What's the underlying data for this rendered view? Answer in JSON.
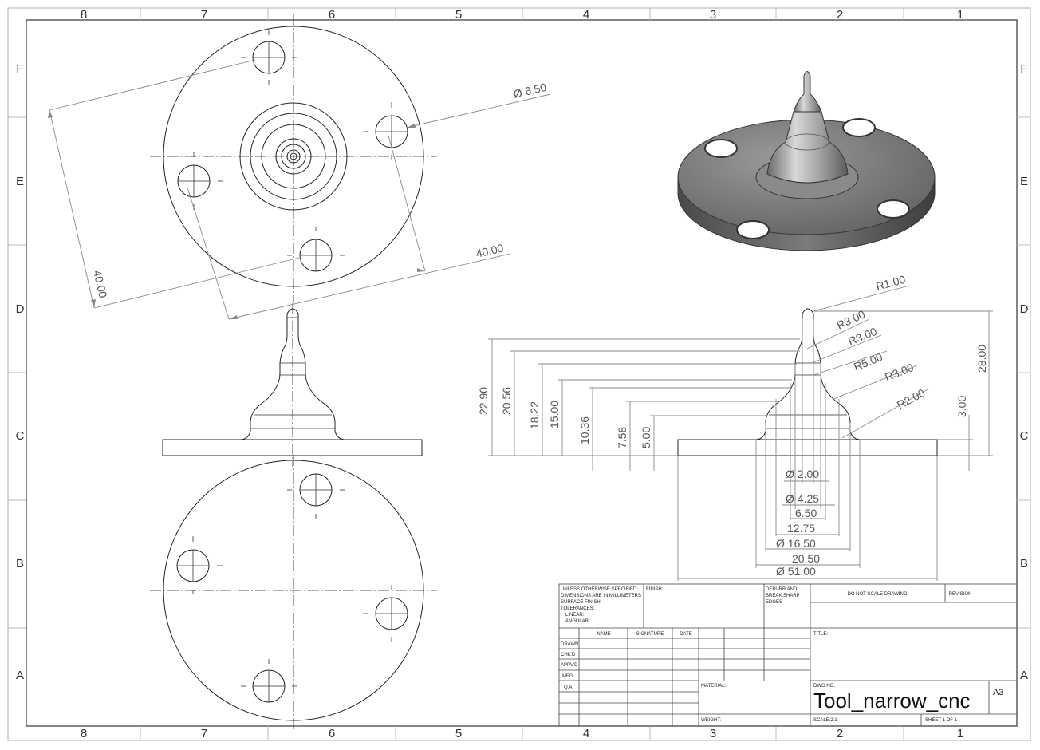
{
  "zones": {
    "columns": [
      "8",
      "7",
      "6",
      "5",
      "4",
      "3",
      "2",
      "1"
    ],
    "rows": [
      "F",
      "E",
      "D",
      "C",
      "B",
      "A"
    ]
  },
  "dimensions": {
    "hole_dia": "Ø 6.50",
    "bolt_w": "40.00",
    "bolt_h": "40.00",
    "heights": [
      "22.90",
      "20.56",
      "18.22",
      "15.00",
      "10.36",
      "7.58",
      "5.00"
    ],
    "h_total": "28.00",
    "h_flange": "3.00",
    "radii": [
      "R1.00",
      "R3.00",
      "R3.00",
      "R5.00",
      "R3.00",
      "R2.00"
    ],
    "widths": [
      "Ø 2.00",
      "Ø 4.25",
      "6.50",
      "12.75",
      "Ø 16.50",
      "20.50",
      "Ø 51.00"
    ]
  },
  "title_block": {
    "notes": [
      "UNLESS OTHERWISE SPECIFIED:",
      "DIMENSIONS ARE IN MILLIMETERS",
      "SURFACE FINISH:",
      "TOLERANCES:",
      "LINEAR:",
      "ANGULAR:"
    ],
    "finish": "FINISH:",
    "deburr": [
      "DEBURR AND",
      "BREAK SHARP",
      "EDGES"
    ],
    "do_not_scale": "DO NOT SCALE DRAWING",
    "revision": "REVISION",
    "col_name": "NAME",
    "col_signature": "SIGNATURE",
    "col_date": "DATE",
    "roles": [
      "DRAWN",
      "CHK'D",
      "APPV'D",
      "MFG",
      "Q.A"
    ],
    "title_label": "TITLE:",
    "material": "MATERIAL:",
    "dwg_no": "DWG NO.",
    "part_name": "Tool_narrow_cnc",
    "size": "A3",
    "weight": "WEIGHT:",
    "scale": "SCALE:2:1",
    "sheet": "SHEET 1 OF 1"
  }
}
